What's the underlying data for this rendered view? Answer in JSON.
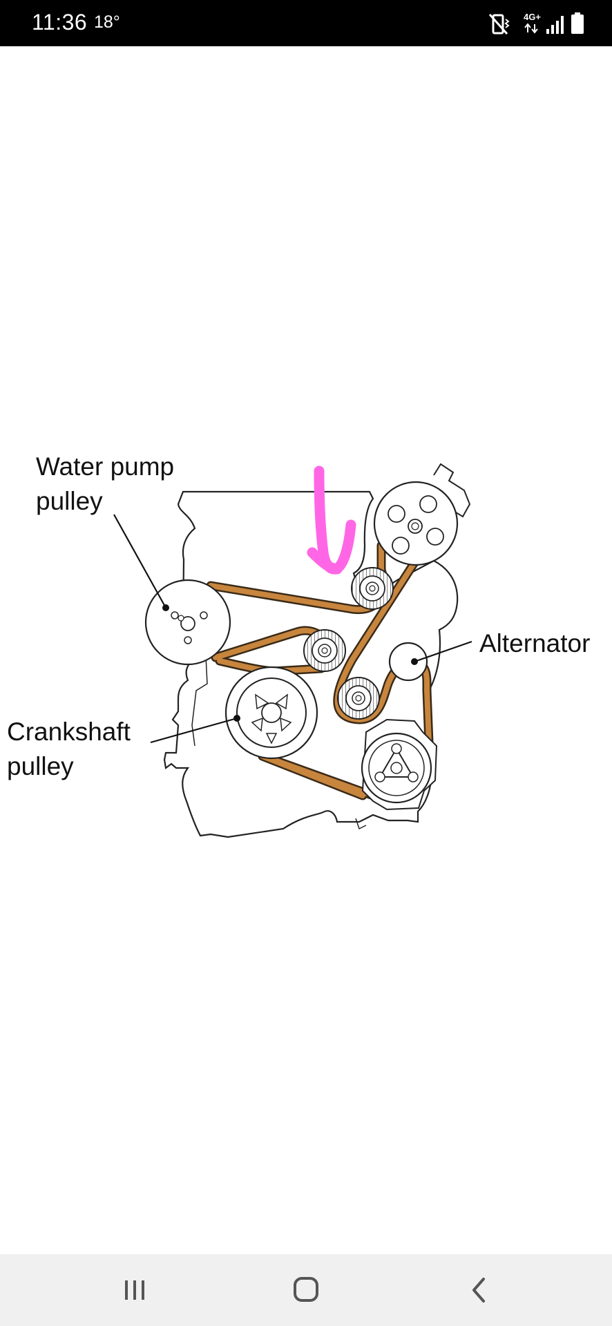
{
  "status_bar": {
    "time": "11:36",
    "temperature": "18°",
    "network_label": "4G+",
    "icons": [
      "mute-vibrate-icon",
      "mobile-data-icon",
      "signal-icon",
      "battery-icon"
    ]
  },
  "diagram": {
    "labels": {
      "water_pump": [
        "Water pump",
        "pulley"
      ],
      "crankshaft": [
        "Crankshaft",
        "pulley"
      ],
      "alternator": "Alternator"
    },
    "colors": {
      "belt": "#c7853d",
      "belt_edge": "#3a2a18",
      "annotation_arrow": "#ff66e6",
      "outline": "#222222"
    }
  },
  "nav_bar": {
    "buttons": [
      "recent-apps-icon",
      "home-icon",
      "back-icon"
    ]
  }
}
